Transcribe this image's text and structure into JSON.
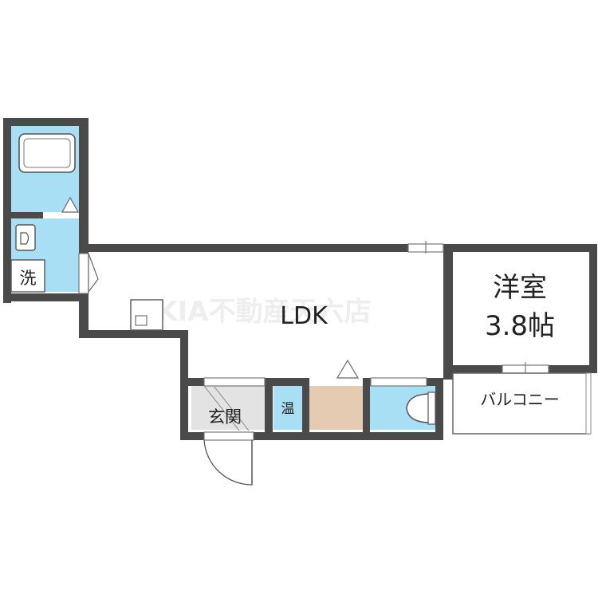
{
  "rooms": {
    "ldk": "LDK",
    "western_room_name": "洋室",
    "western_room_size": "3.8帖",
    "balcony": "バルコニー",
    "entrance": "玄関",
    "laundry": "洗",
    "water_heater": "温"
  },
  "watermark": "AKIA不動産天六店",
  "colors": {
    "wall": "#4a4a4a",
    "wet_area": "#a9dff5",
    "storage": "#e4cbb1",
    "entrance_floor": "#e3e3e3",
    "fixture_outline": "#555555"
  }
}
